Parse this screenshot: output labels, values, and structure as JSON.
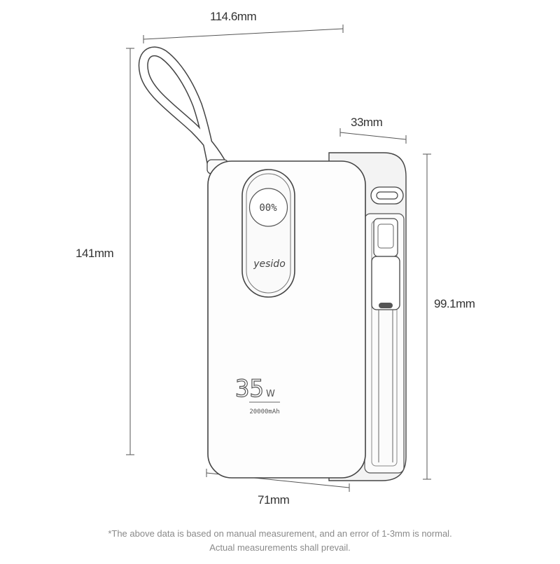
{
  "dimensions": {
    "top_width": "114.6mm",
    "total_height": "141mm",
    "depth": "33mm",
    "body_height": "99.1mm",
    "body_width": "71mm"
  },
  "device": {
    "brand": "yesido",
    "display_reading": "00%",
    "power": "35",
    "power_unit": "W",
    "capacity": "20000mAh"
  },
  "footnote": {
    "line1": "*The above data is based on manual measurement, and an error of 1-3mm is normal.",
    "line2": "Actual measurements shall prevail."
  },
  "colors": {
    "outline": "#444444",
    "body": "#fdfdfd",
    "side": "#f3f3f3",
    "text": "#333333",
    "muted": "#8a8a8a"
  }
}
